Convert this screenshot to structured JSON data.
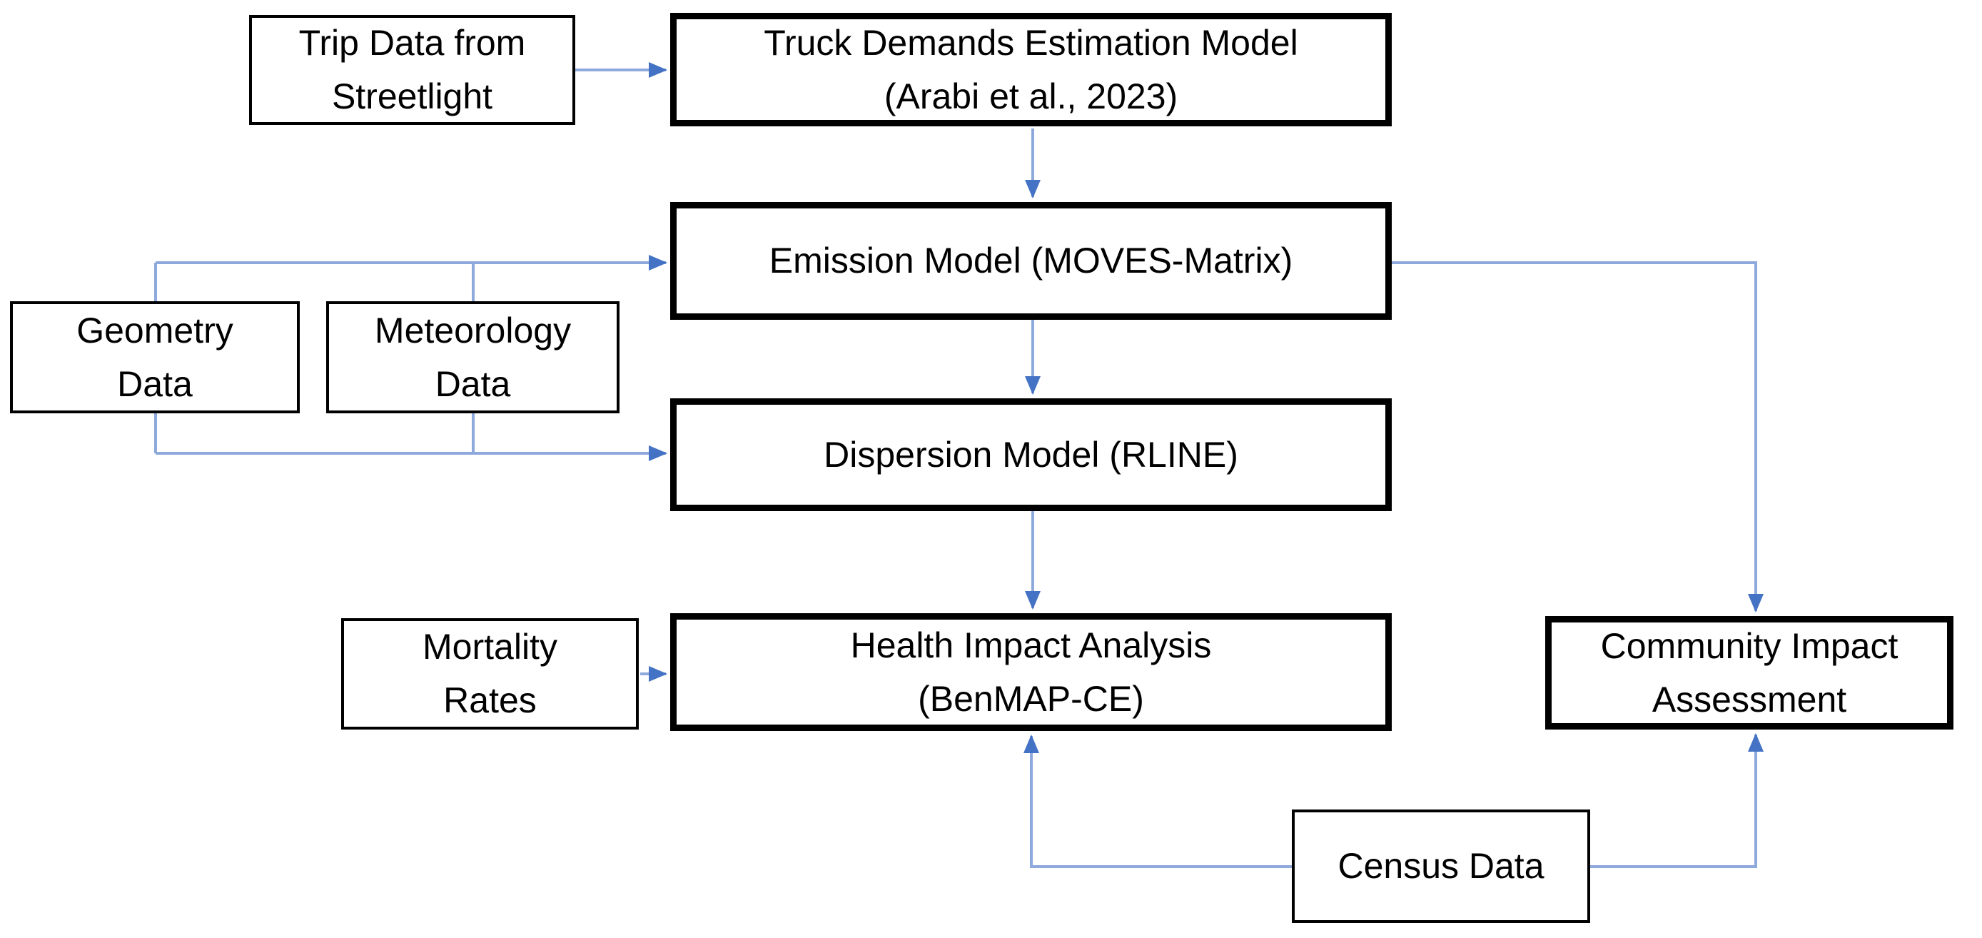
{
  "diagram": {
    "type": "flowchart",
    "colors": {
      "background": "#FFFFFF",
      "box_border": "#000000",
      "text": "#000000",
      "connector_line": "#8EA9DC",
      "arrowhead": "#4472C4"
    },
    "nodes": {
      "trip": {
        "label": "Trip Data from\nStreetlight",
        "emphasis": "thin"
      },
      "truck": {
        "label": "Truck Demands Estimation Model\n(Arabi et al., 2023)",
        "emphasis": "thick"
      },
      "emission": {
        "label": "Emission Model (MOVES-Matrix)",
        "emphasis": "thick"
      },
      "geometry": {
        "label": "Geometry\nData",
        "emphasis": "thin"
      },
      "meteorology": {
        "label": "Meteorology\nData",
        "emphasis": "thin"
      },
      "dispersion": {
        "label": "Dispersion Model (RLINE)",
        "emphasis": "thick"
      },
      "mortality": {
        "label": "Mortality\nRates",
        "emphasis": "thin"
      },
      "health": {
        "label": "Health Impact Analysis\n(BenMAP-CE)",
        "emphasis": "thick"
      },
      "community": {
        "label": "Community Impact\nAssessment",
        "emphasis": "thick"
      },
      "census": {
        "label": "Census Data",
        "emphasis": "thin"
      }
    },
    "edges": [
      {
        "from": "trip",
        "to": "truck"
      },
      {
        "from": "truck",
        "to": "emission"
      },
      {
        "from": "geometry",
        "to": "emission"
      },
      {
        "from": "meteorology",
        "to": "emission"
      },
      {
        "from": "geometry",
        "to": "dispersion"
      },
      {
        "from": "meteorology",
        "to": "dispersion"
      },
      {
        "from": "emission",
        "to": "dispersion"
      },
      {
        "from": "emission",
        "to": "community"
      },
      {
        "from": "dispersion",
        "to": "health"
      },
      {
        "from": "mortality",
        "to": "health"
      },
      {
        "from": "census",
        "to": "health"
      },
      {
        "from": "census",
        "to": "community"
      }
    ]
  }
}
